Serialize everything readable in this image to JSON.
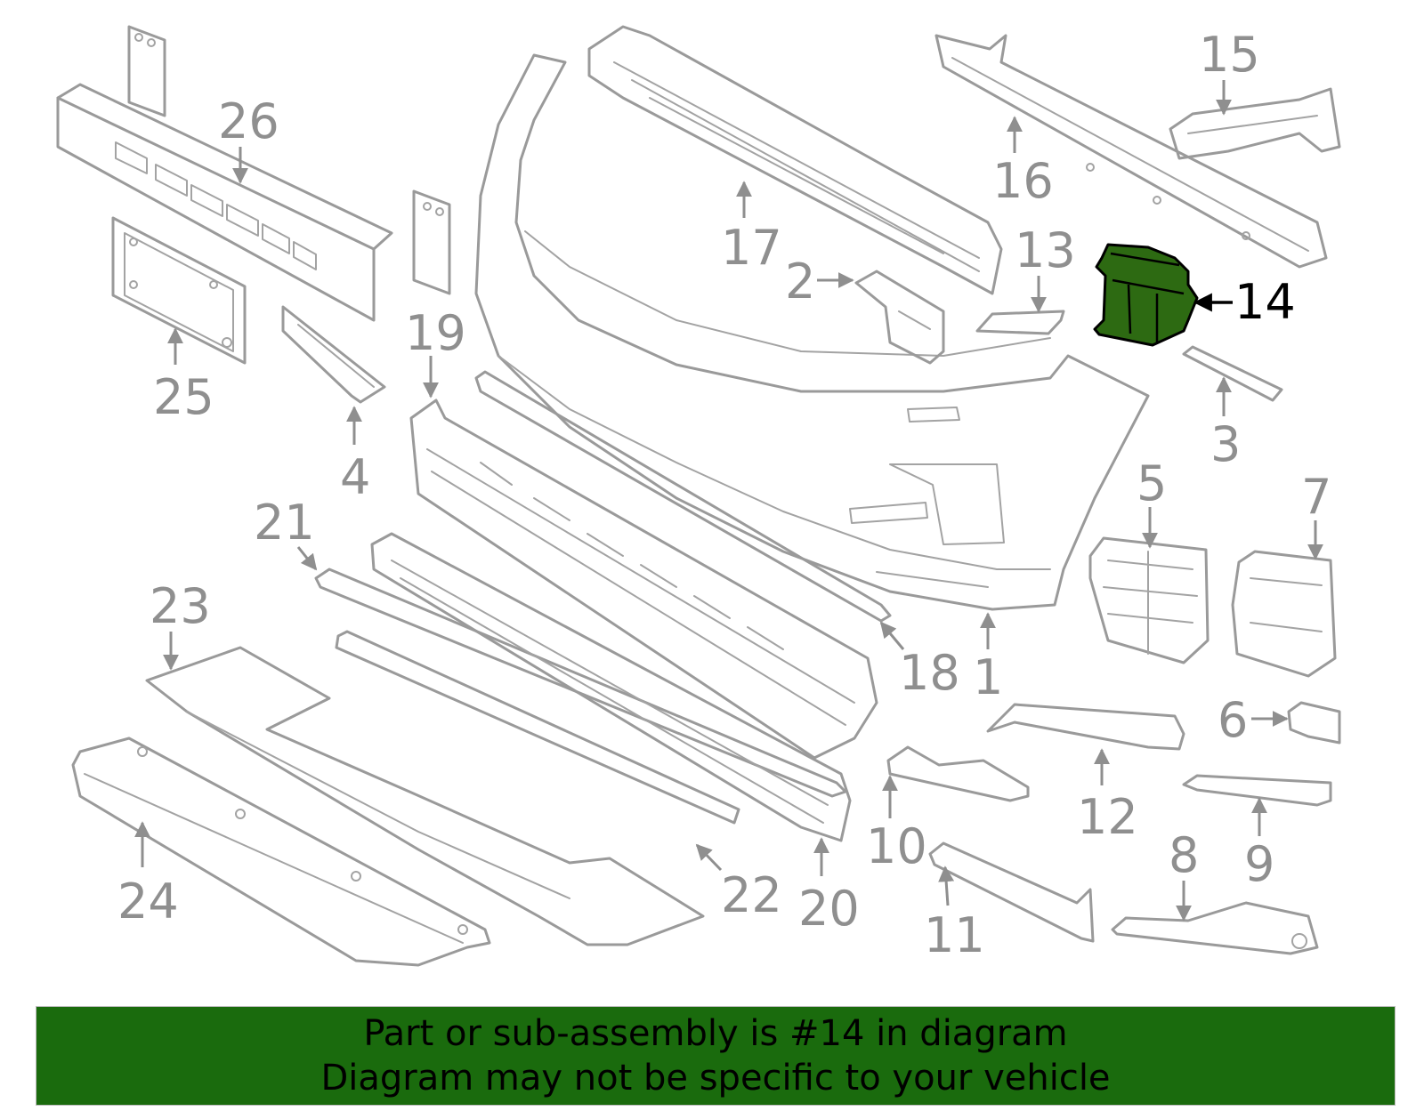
{
  "diagram": {
    "highlighted_part": "14",
    "highlight_color": "#2d6a12",
    "line_color": "#9a9a9a",
    "callouts": [
      "1",
      "2",
      "3",
      "4",
      "5",
      "6",
      "7",
      "8",
      "9",
      "10",
      "11",
      "12",
      "13",
      "14",
      "15",
      "16",
      "17",
      "18",
      "19",
      "20",
      "21",
      "22",
      "23",
      "24",
      "25",
      "26"
    ]
  },
  "banner": {
    "background": "#1a6b0d",
    "line1": "Part or sub-assembly is #14 in diagram",
    "line2": "Diagram may not be specific to your vehicle"
  }
}
